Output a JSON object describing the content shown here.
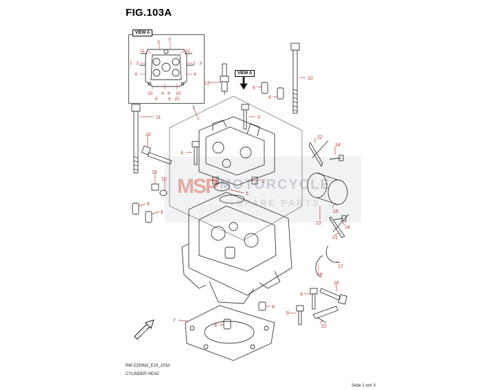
{
  "figure": {
    "title": "FIG.103A",
    "model_code": "RM-Z250M2_E19_103A",
    "caption": "CYLINDER HEAD",
    "page_info": "Seite 1 von 3",
    "view_label_inset": "VIEW A",
    "view_label_arrow": "VIEW A",
    "fwd_label": "FWD"
  },
  "watermark": {
    "logo": "MSP",
    "line1": "MOTORCYCLE",
    "line2": "SPARE PARTS"
  },
  "inset_callouts": [
    "3",
    "3",
    "11",
    "11",
    "2 · 3",
    "2 · 3",
    "4",
    "4",
    "10",
    "4",
    "4",
    "10",
    "9",
    "9 · 22"
  ],
  "callouts": [
    "12",
    "10",
    "6",
    "6",
    "1",
    "3",
    "11",
    "16",
    "4",
    "22",
    "14",
    "2",
    "2",
    "19",
    "20",
    "5",
    "6",
    "6",
    "15",
    "13",
    "14",
    "21",
    "17",
    "18",
    "16",
    "9",
    "8",
    "8",
    "9",
    "22",
    "7"
  ],
  "colors": {
    "callout_red": "#b03a2e",
    "line": "#333333",
    "watermark_gray": "#c8cdd4",
    "watermark_red": "#d96e5d"
  }
}
